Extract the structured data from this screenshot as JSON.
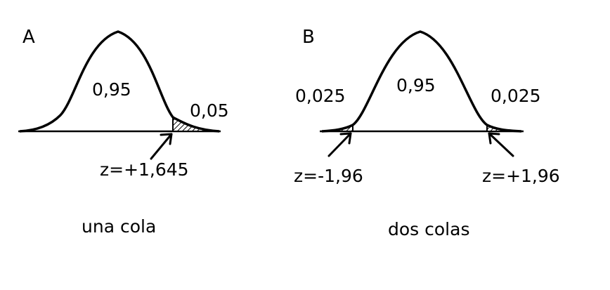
{
  "panel_a": {
    "letter": "A",
    "center_area": "0,95",
    "tail_area": "0,05",
    "z_label": "z=+1,645",
    "caption": "una cola"
  },
  "panel_b": {
    "letter": "B",
    "center_area": "0,95",
    "left_tail_area": "0,025",
    "right_tail_area": "0,025",
    "z_left_label": "z=-1,96",
    "z_right_label": "z=+1,96",
    "caption": "dos colas"
  }
}
